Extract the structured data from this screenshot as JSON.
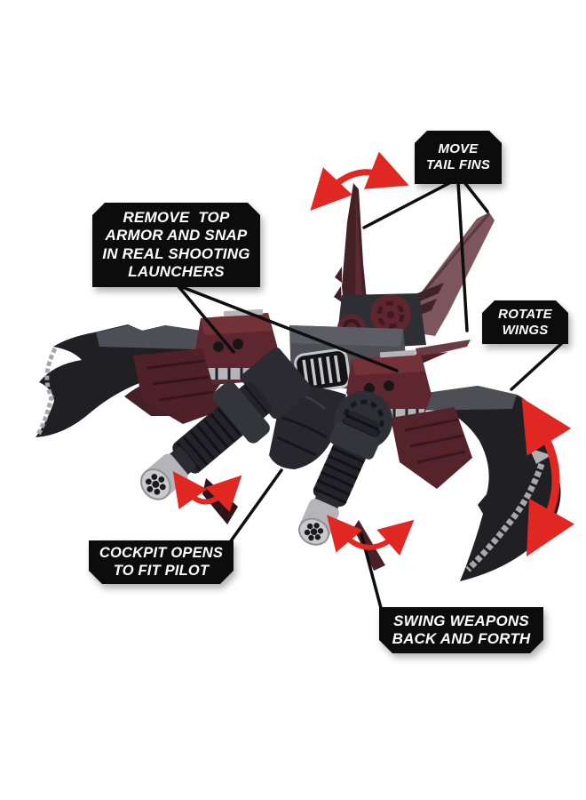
{
  "palette": {
    "background": "#ffffff",
    "box": "#0c0c0c",
    "box-text": "#ffffff",
    "leader": "#0e0e0e",
    "arrow": "#e02722",
    "maroon": "#5e262e",
    "maroon-light": "#733138",
    "maroon-dark": "#442027",
    "mauve": "#7c565c",
    "part-black": "#1f1f24",
    "part-gray": "#4e4e56",
    "silver": "#b5b5b9"
  },
  "callouts": [
    {
      "id": "move-tail-fins",
      "lines": [
        "MOVE",
        "TAIL FINS"
      ]
    },
    {
      "id": "remove-top-armor",
      "lines": [
        "REMOVE  TOP",
        "ARMOR AND SNAP",
        "IN REAL SHOOTING",
        "LAUNCHERS"
      ]
    },
    {
      "id": "rotate-wings",
      "lines": [
        "ROTATE",
        "WINGS"
      ]
    },
    {
      "id": "cockpit-opens",
      "lines": [
        "COCKPIT OPENS",
        "TO FIT PILOT"
      ]
    },
    {
      "id": "swing-weapons",
      "lines": [
        "SWING WEAPONS",
        "BACK AND FORTH"
      ]
    }
  ]
}
